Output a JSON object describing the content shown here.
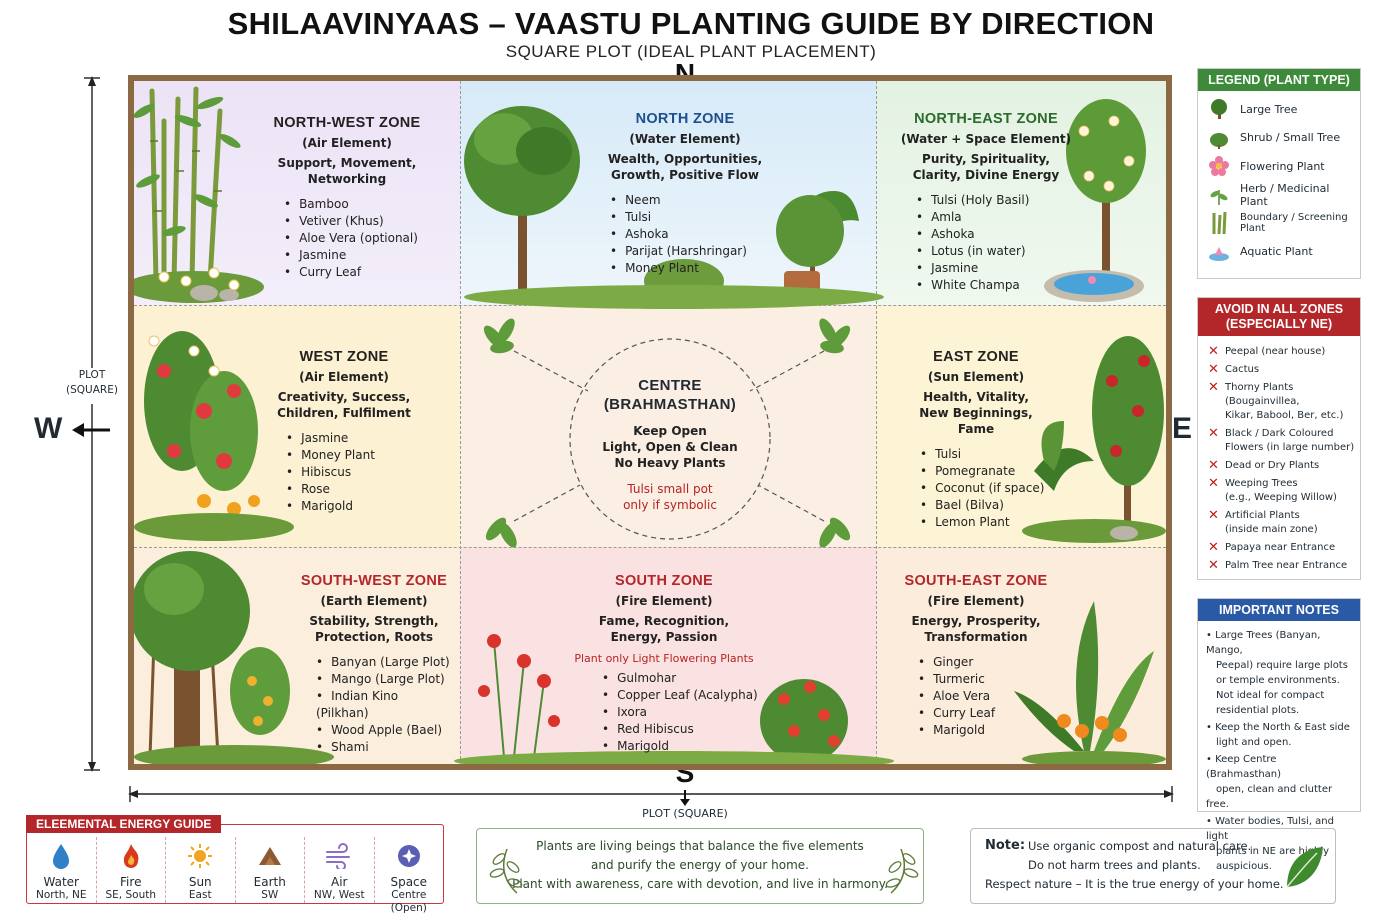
{
  "title": "SHILAAVINYAAS – VAASTU PLANTING GUIDE BY DIRECTION",
  "subtitle": "SQUARE PLOT (IDEAL PLANT PLACEMENT)",
  "compass": {
    "n": "N",
    "s": "S",
    "e": "E",
    "w": "W"
  },
  "plot_label_side": "PLOT (SQUARE)",
  "plot_label_bottom": "PLOT (SQUARE)",
  "zones": {
    "nw": {
      "title": "NORTH-WEST ZONE",
      "element": "(Air Element)",
      "desc": [
        "Support, Movement,",
        "Networking"
      ],
      "plants": [
        "Bamboo",
        "Vetiver (Khus)",
        "Aloe Vera (optional)",
        "Jasmine",
        "Curry Leaf"
      ]
    },
    "n": {
      "title": "NORTH ZONE",
      "element": "(Water Element)",
      "desc": [
        "Wealth, Opportunities,",
        "Growth, Positive Flow"
      ],
      "plants": [
        "Neem",
        "Tulsi",
        "Ashoka",
        "Parijat (Harshringar)",
        "Money Plant"
      ]
    },
    "ne": {
      "title": "NORTH-EAST ZONE",
      "element": "(Water + Space Element)",
      "desc": [
        "Purity, Spirituality,",
        "Clarity, Divine Energy"
      ],
      "plants": [
        "Tulsi (Holy Basil)",
        "Amla",
        "Ashoka",
        "Lotus (in water)",
        "Jasmine",
        "White Champa"
      ]
    },
    "w": {
      "title": "WEST ZONE",
      "element": "(Air Element)",
      "desc": [
        "Creativity, Success,",
        "Children, Fulfilment"
      ],
      "plants": [
        "Jasmine",
        "Money Plant",
        "Hibiscus",
        "Rose",
        "Marigold"
      ]
    },
    "c": {
      "title1": "CENTRE",
      "title2": "(BRAHMASTHAN)",
      "desc": [
        "Keep Open",
        "Light, Open & Clean",
        "No Heavy Plants"
      ],
      "note": [
        "Tulsi small pot",
        "only if symbolic"
      ]
    },
    "e": {
      "title": "EAST ZONE",
      "element": "(Sun Element)",
      "desc": [
        "Health, Vitality,",
        "New Beginnings,",
        "Fame"
      ],
      "plants": [
        "Tulsi",
        "Pomegranate",
        "Coconut (if space)",
        "Bael (Bilva)",
        "Lemon Plant"
      ]
    },
    "sw": {
      "title": "SOUTH-WEST ZONE",
      "element": "(Earth Element)",
      "desc": [
        "Stability, Strength,",
        "Protection, Roots"
      ],
      "plants": [
        "Banyan (Large Plot)",
        "Mango (Large Plot)",
        "Indian Kino (Pilkhan)",
        "Wood Apple (Bael)",
        "Shami"
      ]
    },
    "s": {
      "title": "SOUTH ZONE",
      "element": "(Fire Element)",
      "desc": [
        "Fame, Recognition,",
        "Energy, Passion"
      ],
      "note": "Plant only Light Flowering Plants",
      "plants": [
        "Gulmohar",
        "Copper Leaf (Acalypha)",
        "Ixora",
        "Red Hibiscus",
        "Marigold"
      ]
    },
    "se": {
      "title": "SOUTH-EAST ZONE",
      "element": "(Fire Element)",
      "desc": [
        "Energy, Prosperity,",
        "Transformation"
      ],
      "plants": [
        "Ginger",
        "Turmeric",
        "Aloe Vera",
        "Curry Leaf",
        "Marigold"
      ]
    }
  },
  "legend": {
    "title": "LEGEND (PLANT TYPE)",
    "items": [
      {
        "icon": "large-tree-icon",
        "label": "Large Tree"
      },
      {
        "icon": "shrub-icon",
        "label": "Shrub / Small Tree"
      },
      {
        "icon": "flowering-plant-icon",
        "label": "Flowering Plant"
      },
      {
        "icon": "herb-icon",
        "label": "Herb / Medicinal Plant"
      },
      {
        "icon": "boundary-plant-icon",
        "label": "Boundary / Screening Plant"
      },
      {
        "icon": "aquatic-plant-icon",
        "label": "Aquatic Plant"
      }
    ]
  },
  "avoid": {
    "title": [
      "AVOID IN ALL ZONES",
      "(ESPECIALLY NE)"
    ],
    "items": [
      [
        "Peepal (near house)"
      ],
      [
        "Cactus"
      ],
      [
        "Thorny Plants (Bougainvillea,",
        "Kikar, Babool, Ber, etc.)"
      ],
      [
        "Black / Dark Coloured",
        "Flowers (in large number)"
      ],
      [
        "Dead or Dry Plants"
      ],
      [
        "Weeping Trees",
        "(e.g., Weeping Willow)"
      ],
      [
        "Artificial Plants",
        "(inside main zone)"
      ],
      [
        "Papaya near Entrance"
      ],
      [
        "Palm Tree near Entrance"
      ]
    ]
  },
  "notes": {
    "title": "IMPORTANT NOTES",
    "items": [
      [
        "Large Trees (Banyan, Mango,",
        "Peepal) require large plots",
        "or temple environments.",
        "Not ideal for compact",
        "residential plots."
      ],
      [
        "Keep the North & East side",
        "light and open."
      ],
      [
        "Keep Centre (Brahmasthan)",
        "open, clean and clutter free."
      ],
      [
        "Water bodies, Tulsi, and light",
        "plants in NE are highly",
        "auspicious."
      ]
    ]
  },
  "elemental": {
    "title": "ELEEMENTAL ENERGY GUIDE",
    "items": [
      {
        "icon": "water-drop-icon",
        "name": "Water",
        "dir": "North, NE",
        "color": "#2f7fc9"
      },
      {
        "icon": "fire-icon",
        "name": "Fire",
        "dir": "SE, South",
        "color": "#d93a1f"
      },
      {
        "icon": "sun-icon",
        "name": "Sun",
        "dir": "East",
        "color": "#f2a51e"
      },
      {
        "icon": "earth-icon",
        "name": "Earth",
        "dir": "SW",
        "color": "#8a5a32"
      },
      {
        "icon": "air-icon",
        "name": "Air",
        "dir": "NW, West",
        "color": "#8a6dc4"
      },
      {
        "icon": "space-icon",
        "name": "Space",
        "dir": "Centre (Open)",
        "color": "#5a5fb5"
      }
    ]
  },
  "message": [
    "Plants are living beings that balance the five elements",
    "and purify the energy of your home.",
    "Plant with awareness, care with devotion, and live in harmony."
  ],
  "note_box": {
    "label": "Note:",
    "lines": [
      "Use organic compost and natural care.",
      "Do not harm trees and plants.",
      "Respect nature – It is the true energy of your home."
    ]
  },
  "colors": {
    "legend_head": "#3d8b3a",
    "avoid_head": "#b3262a",
    "notes_head": "#2a5aa6",
    "frame": "#8b6a43"
  }
}
